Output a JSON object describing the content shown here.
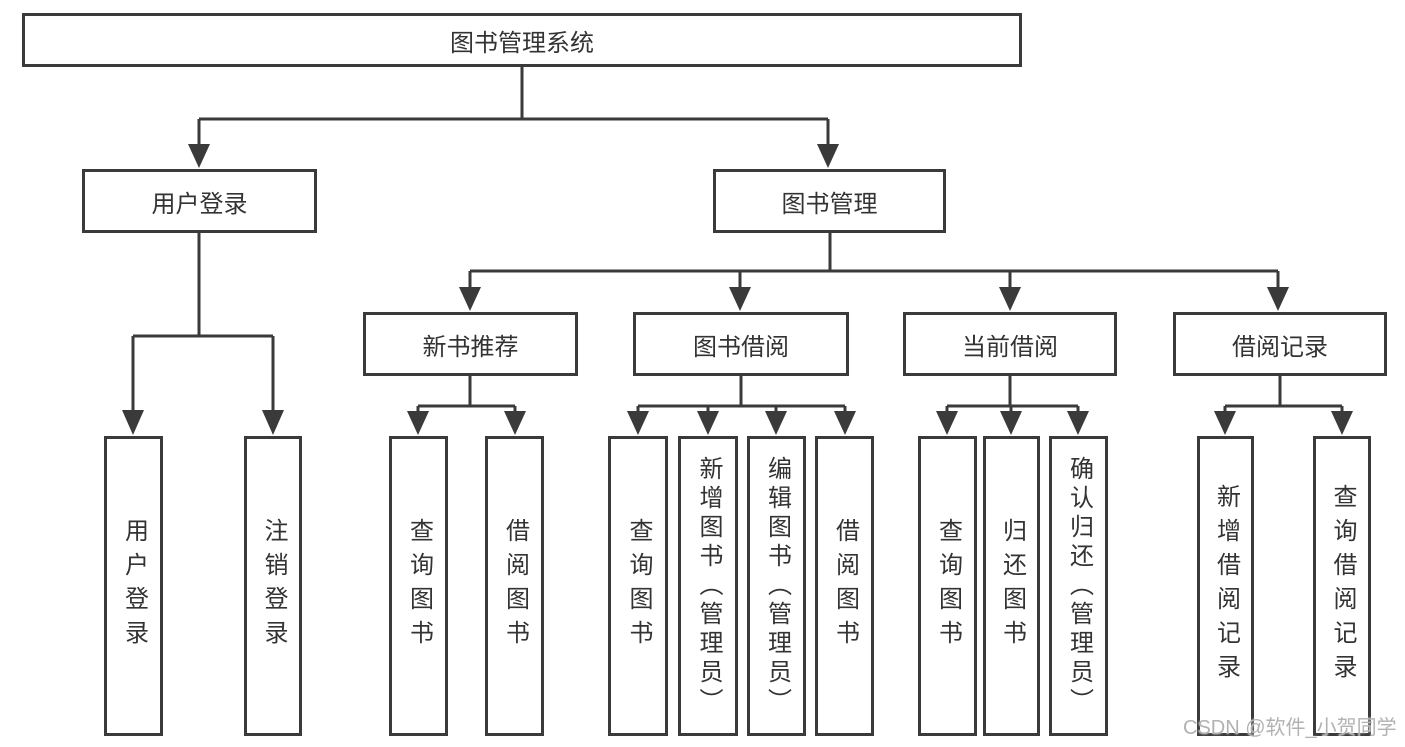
{
  "diagram": {
    "root": {
      "label": "图书管理系统"
    },
    "level2": [
      {
        "label": "用户登录",
        "children": [
          {
            "label": "用户登录"
          },
          {
            "label": "注销登录"
          }
        ]
      },
      {
        "label": "图书管理",
        "children": [
          {
            "label": "新书推荐",
            "children": [
              {
                "label": "查询图书"
              },
              {
                "label": "借阅图书"
              }
            ]
          },
          {
            "label": "图书借阅",
            "children": [
              {
                "label": "查询图书"
              },
              {
                "label": "新增图书（管理员）"
              },
              {
                "label": "编辑图书（管理员）"
              },
              {
                "label": "借阅图书"
              }
            ]
          },
          {
            "label": "当前借阅",
            "children": [
              {
                "label": "查询图书"
              },
              {
                "label": "归还图书"
              },
              {
                "label": "确认归还（管理员）"
              }
            ]
          },
          {
            "label": "借阅记录",
            "children": [
              {
                "label": "新增借阅记录"
              },
              {
                "label": "查询借阅记录"
              }
            ]
          }
        ]
      }
    ]
  },
  "watermark": "CSDN @软件_小贺同学",
  "colors": {
    "line": "#3a3a3a",
    "text": "#333333",
    "watermark": "#b2b2b2",
    "background": "#ffffff"
  }
}
